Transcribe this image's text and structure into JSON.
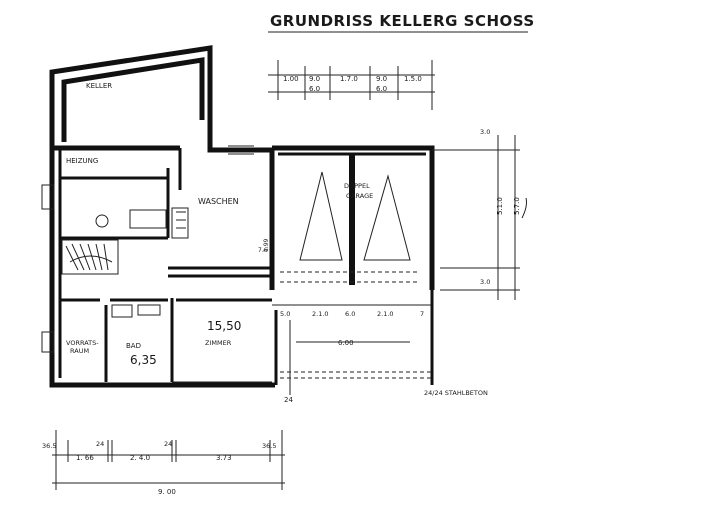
{
  "title": "GRUNDRISS KELLERG SCHOSS",
  "rooms": {
    "keller": "KELLER",
    "heizung": "HEIZUNG",
    "waschen": "WASCHEN",
    "doppelgarage_line1": "DOPPEL",
    "doppelgarage_line2": "GARAGE",
    "vorratsraum_line1": "VORRATS-",
    "vorratsraum_line2": "RAUM",
    "bad": "BAD",
    "bad_area": "6,35",
    "zimmer": "ZIMMER",
    "zimmer_area": "15,50"
  },
  "top_dimensions": [
    "1.00",
    "9.0",
    "6.0",
    "1.7.0",
    "9.0",
    "6.0",
    "1.5.0"
  ],
  "right_dimensions": [
    "3.0",
    "5.1.0",
    "5.7.0",
    "3.0"
  ],
  "garage_dimensions": [
    "5.0",
    "2.1.0",
    "6.0",
    "2.1.0",
    "7",
    "6.00"
  ],
  "door_dimensions": [
    "1.99",
    "7.6"
  ],
  "beam_label": "24/24 STAHLBETON",
  "beam_marker": "24",
  "bottom_dimensions": {
    "left_end": "36.5",
    "mark_24_a": "24",
    "mark_24_b": "24",
    "right_end": "36.5",
    "seg_1": "1. 66",
    "seg_2": "2. 4.0",
    "seg_3": "3.73",
    "total": "9. 00"
  }
}
